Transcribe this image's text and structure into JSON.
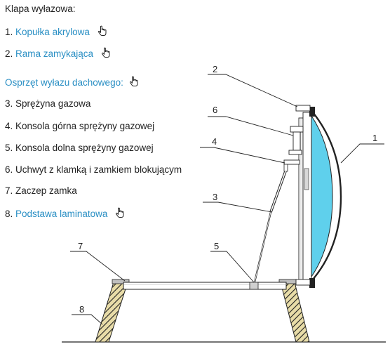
{
  "heading": "Klapa wyłazowa:",
  "items_top": [
    {
      "number": "1.",
      "label": "Kopułka akrylowa",
      "link": true
    },
    {
      "number": "2.",
      "label": "Rama zamykająca",
      "link": true
    }
  ],
  "accessories_heading": "Osprzęt wyłazu dachowego:",
  "items_accessories": [
    {
      "number": "3.",
      "label": "Sprężyna gazowa",
      "link": false
    },
    {
      "number": "4.",
      "label": "Konsola górna sprężyny gazowej",
      "link": false
    },
    {
      "number": "5.",
      "label": "Konsola dolna sprężyny gazowej",
      "link": false
    },
    {
      "number": "6.",
      "label": "Uchwyt z klamką i zamkiem blokującym",
      "link": false
    },
    {
      "number": "7.",
      "label": "Zaczep zamka",
      "link": false
    },
    {
      "number": "8.",
      "label": "Podstawa laminatowa",
      "link": true
    }
  ],
  "icons": {
    "link_hint": "pointing-hand-icon"
  },
  "diagram": {
    "callouts": [
      "1",
      "2",
      "3",
      "4",
      "5",
      "6",
      "7",
      "8"
    ],
    "colors": {
      "dome_fill": "#5fd0ec",
      "line": "#222222",
      "base_fill": "#c9b87a",
      "link": "#2a8fc4"
    }
  }
}
